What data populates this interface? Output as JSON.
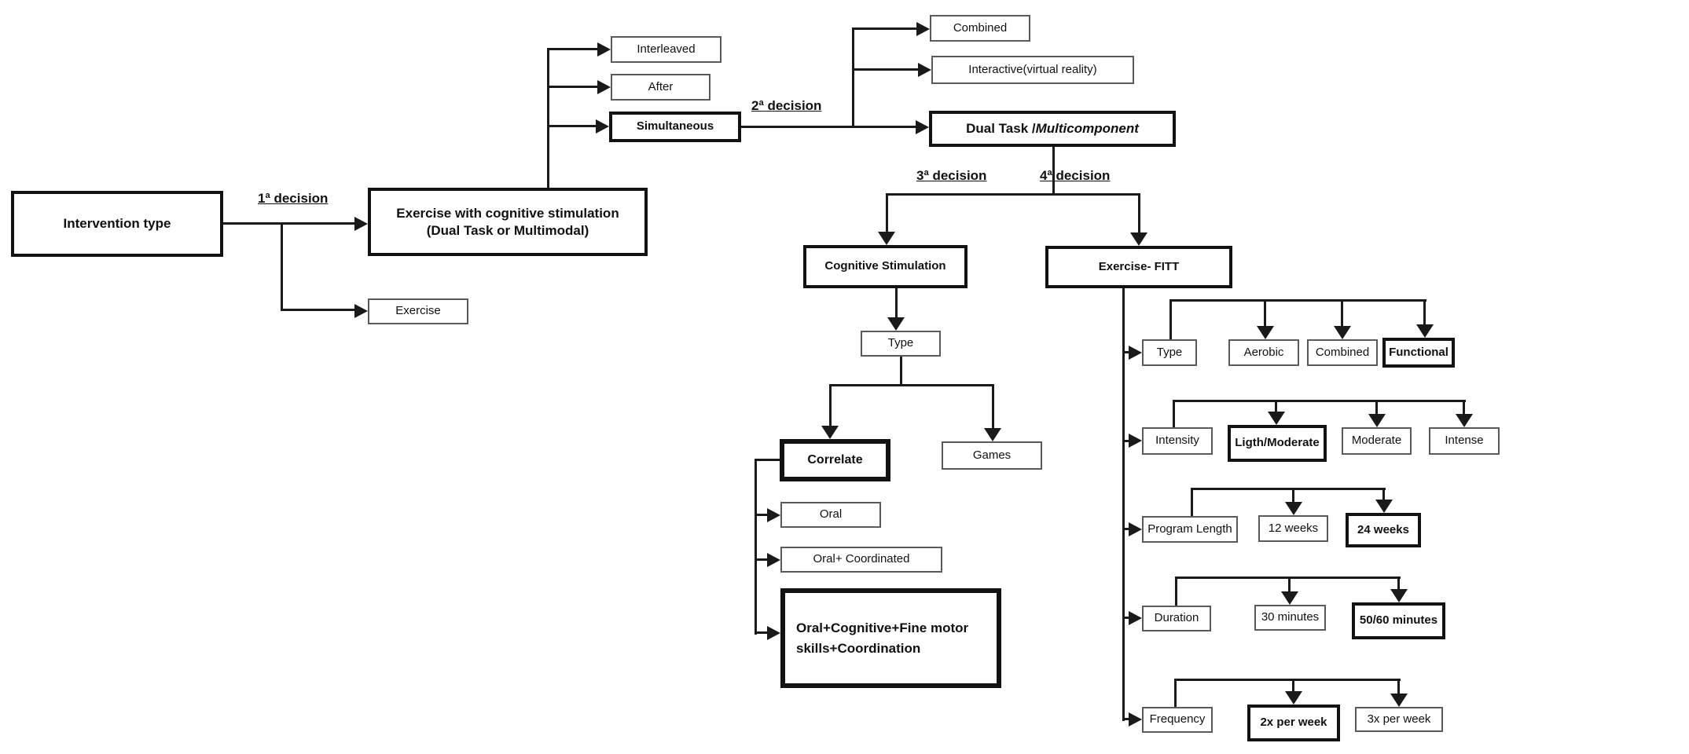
{
  "title": "Intervention type decision flowchart",
  "decision_labels": [
    {
      "id": "d1",
      "text": "1ª decision"
    },
    {
      "id": "d2",
      "text": "2ª decision"
    },
    {
      "id": "d3",
      "text": "3ª decision"
    },
    {
      "id": "d4",
      "text": "4ª decision"
    }
  ],
  "nodes": [
    {
      "id": "intervention",
      "label": "Intervention type",
      "emphasis": "strong"
    },
    {
      "id": "exercise_cognitive",
      "label": "Exercise with cognitive stimulation\n(Dual Task or Multimodal)",
      "emphasis": "strong"
    },
    {
      "id": "exercise",
      "label": "Exercise",
      "emphasis": "normal"
    },
    {
      "id": "interleaved",
      "label": "Interleaved",
      "emphasis": "normal"
    },
    {
      "id": "after",
      "label": "After",
      "emphasis": "normal"
    },
    {
      "id": "simultaneous",
      "label": "Simultaneous",
      "emphasis": "strong"
    },
    {
      "id": "combined_time",
      "label": "Combined",
      "emphasis": "normal"
    },
    {
      "id": "interactive_vr",
      "label": "Interactive(virtual reality)",
      "emphasis": "normal"
    },
    {
      "id": "dual_task",
      "label": "Dual Task / ",
      "label_italic": "Multicomponent",
      "emphasis": "strong"
    },
    {
      "id": "cognitive_stimulation",
      "label": "Cognitive Stimulation",
      "emphasis": "strong"
    },
    {
      "id": "exercise_fitt",
      "label": "Exercise- FITT",
      "emphasis": "strong"
    },
    {
      "id": "cs_type",
      "label": "Type",
      "emphasis": "normal"
    },
    {
      "id": "correlate",
      "label": "Correlate",
      "emphasis": "extra"
    },
    {
      "id": "games",
      "label": "Games",
      "emphasis": "normal"
    },
    {
      "id": "oral",
      "label": "Oral",
      "emphasis": "normal"
    },
    {
      "id": "oral_coordinated",
      "label": "Oral+ Coordinated",
      "emphasis": "normal"
    },
    {
      "id": "oral_cognitive",
      "label": "Oral+Cognitive+Fine motor\nskills+Coordination",
      "emphasis": "extra"
    },
    {
      "id": "fitt_type",
      "label": "Type",
      "emphasis": "normal"
    },
    {
      "id": "aerobic",
      "label": "Aerobic",
      "emphasis": "normal"
    },
    {
      "id": "fitt_combined",
      "label": "Combined",
      "emphasis": "normal"
    },
    {
      "id": "functional",
      "label": "Functional",
      "emphasis": "strong"
    },
    {
      "id": "intensity",
      "label": "Intensity",
      "emphasis": "normal"
    },
    {
      "id": "light_moderate",
      "label": "Ligth/Moderate",
      "emphasis": "strong"
    },
    {
      "id": "moderate",
      "label": "Moderate",
      "emphasis": "normal"
    },
    {
      "id": "intense",
      "label": "Intense",
      "emphasis": "normal"
    },
    {
      "id": "program_length",
      "label": "Program Length",
      "emphasis": "normal"
    },
    {
      "id": "weeks_12",
      "label": "12 weeks",
      "emphasis": "normal"
    },
    {
      "id": "weeks_24",
      "label": "24 weeks",
      "emphasis": "strong"
    },
    {
      "id": "duration",
      "label": "Duration",
      "emphasis": "normal"
    },
    {
      "id": "minutes_30",
      "label": "30 minutes",
      "emphasis": "normal"
    },
    {
      "id": "minutes_50_60",
      "label": "50/60 minutes",
      "emphasis": "strong"
    },
    {
      "id": "frequency",
      "label": "Frequency",
      "emphasis": "normal"
    },
    {
      "id": "per_week_2x",
      "label": "2x per week",
      "emphasis": "strong"
    },
    {
      "id": "per_week_3x",
      "label": "3x per week",
      "emphasis": "normal"
    }
  ],
  "colors": {
    "line": "#1a1a1a",
    "thin_border": "#5a5a5a",
    "strong_border": "#121212",
    "background": "#ffffff"
  }
}
